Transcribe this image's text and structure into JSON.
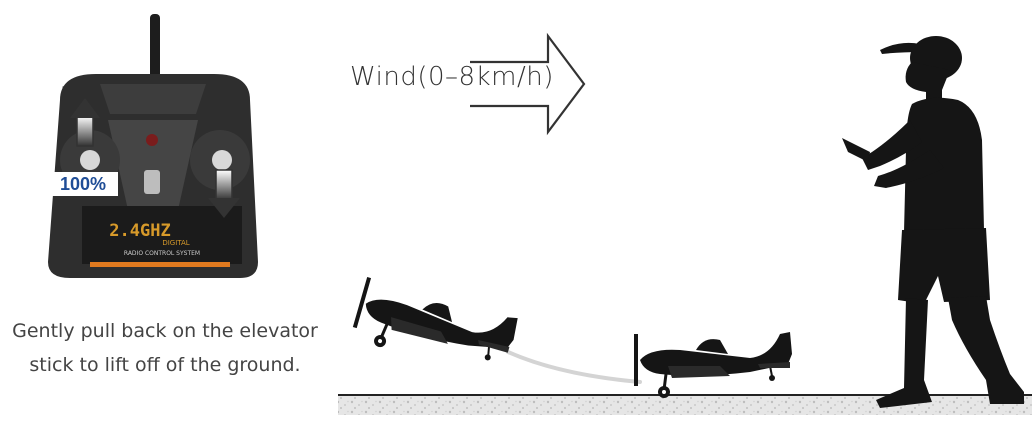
{
  "wind": {
    "label": "Wind(0–8km/h)"
  },
  "transmitter": {
    "throttle_label": "100%",
    "brand": "2.4GHZ",
    "brand_sub": "DIGITAL",
    "system": "RADIO CONTROL SYSTEM"
  },
  "caption": {
    "line1": "Gently pull back on the elevator",
    "line2": "stick to lift off of the ground."
  },
  "colors": {
    "silhouette": "#151515",
    "transmitter_body": "#2e2e2e",
    "ground_line": "#222222",
    "ground_texture": "#c8c8c8",
    "takeoff_path": "#d4d4d4",
    "badge_text": "#1f4d96",
    "brand_gold": "#d79a2a",
    "strip_orange": "#e07a1f"
  },
  "icons": [
    "wind-arrow-icon",
    "throttle-up-arrow-icon",
    "elevator-down-arrow-icon",
    "airplane-icon",
    "pilot-silhouette-icon",
    "antenna-icon"
  ]
}
